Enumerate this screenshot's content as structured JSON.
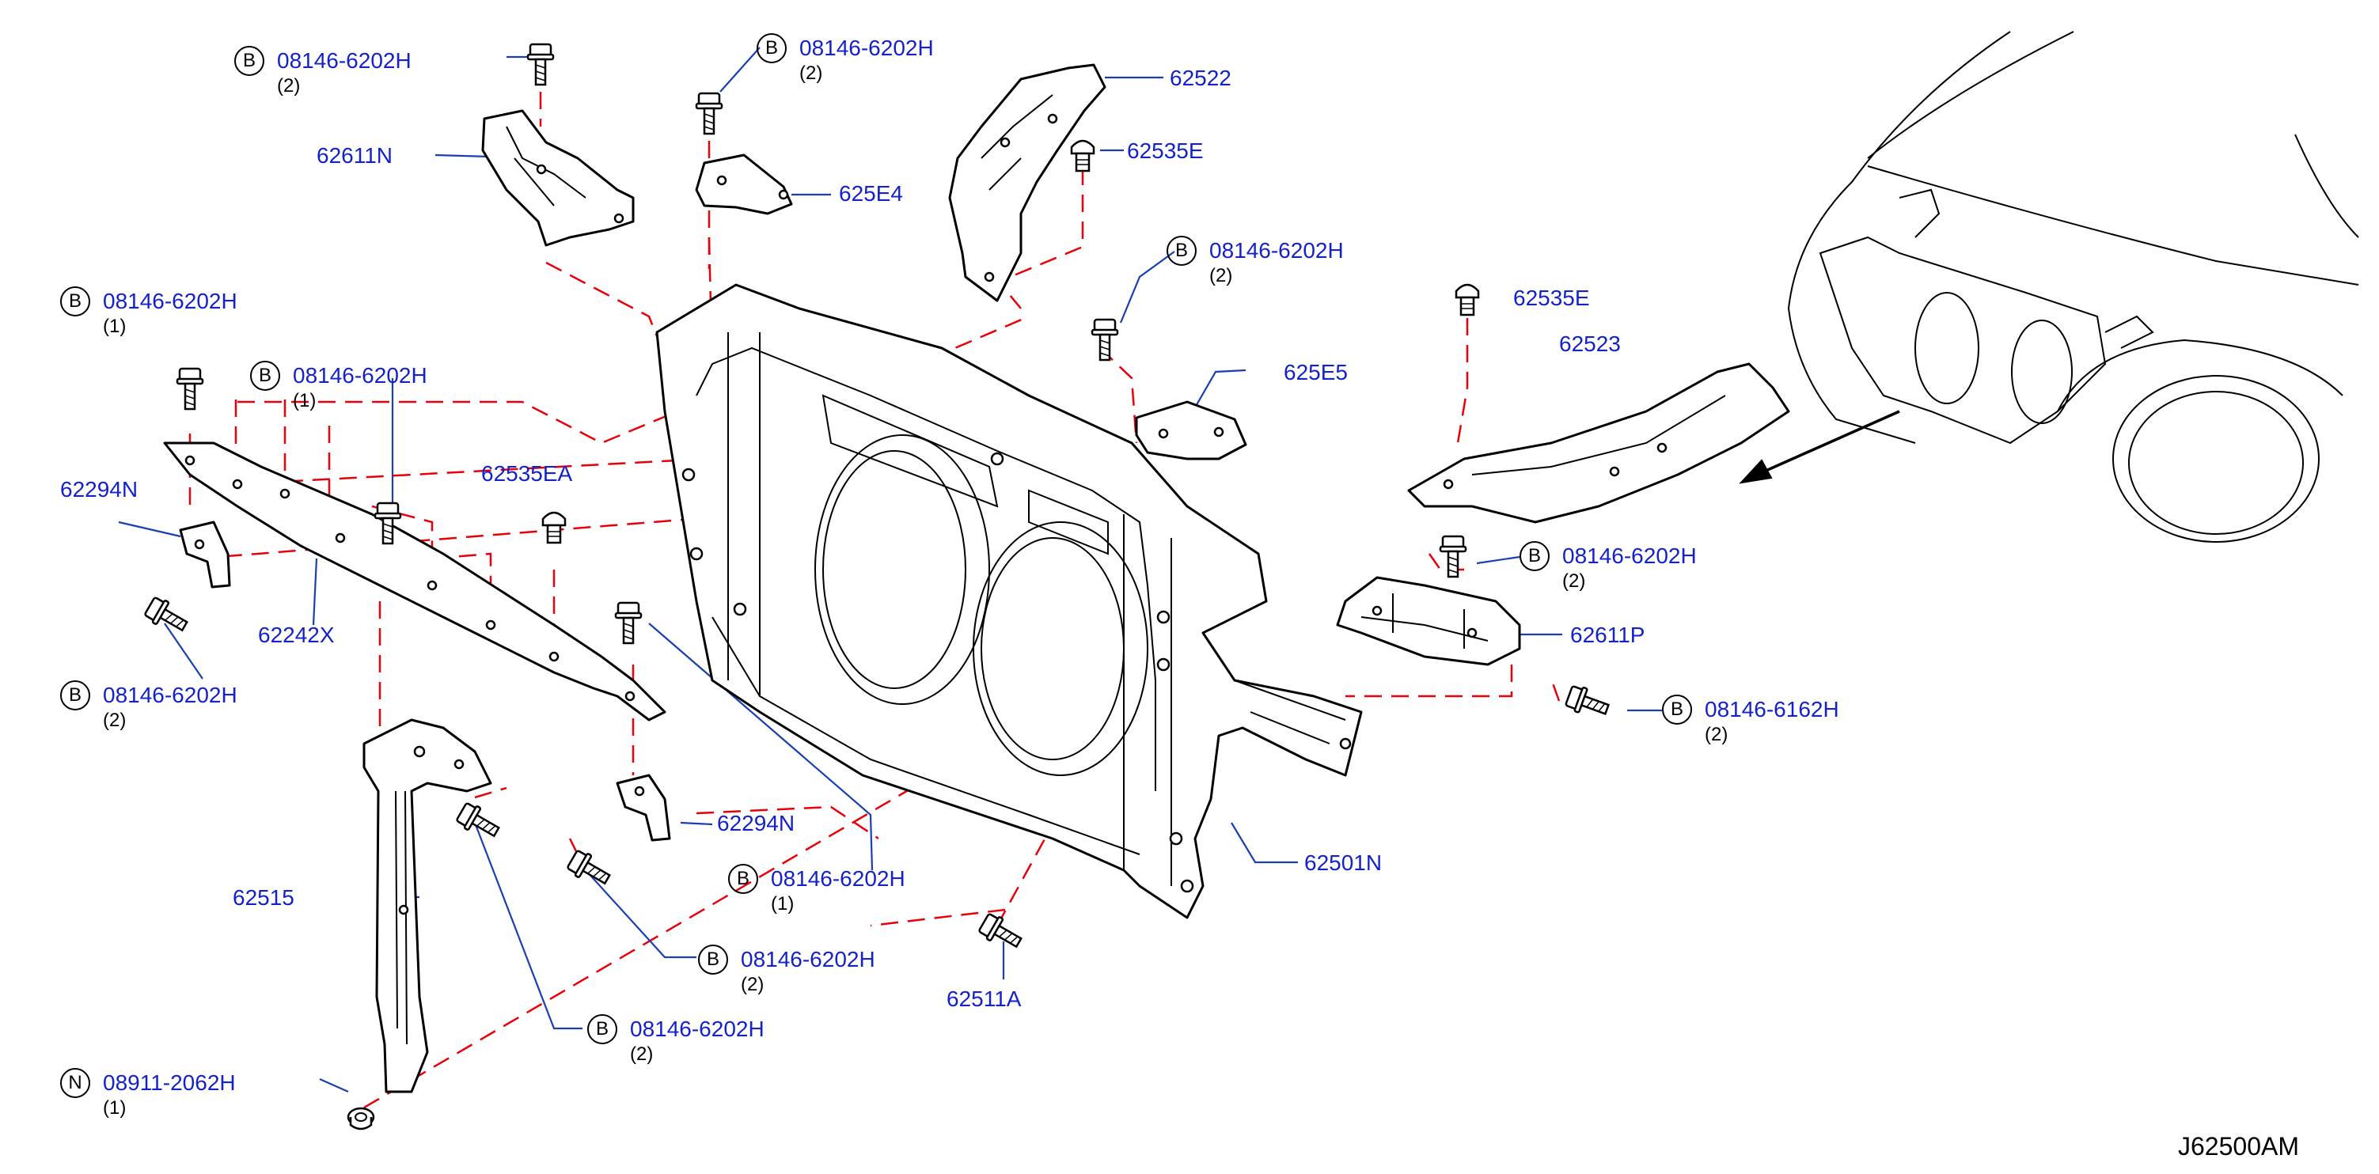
{
  "diagram": {
    "ref_code": "J62500AM",
    "labels": {
      "b_top_left": "08146-6202H",
      "b_top_left_qty": "(2)",
      "b_top_mid": "08146-6202H",
      "b_top_mid_qty": "(2)",
      "p62522": "62522",
      "p62535E_top": "62535E",
      "p62611N": "62611N",
      "p625E4": "625E4",
      "b_mid_right": "08146-6202H",
      "b_mid_right_qty": "(2)",
      "b_left": "08146-6202H",
      "b_left_qty": "(1)",
      "p62535E_right": "62535E",
      "b_left2": "08146-6202H",
      "b_left2_qty": "(1)",
      "p625E5": "625E5",
      "p62523": "62523",
      "p62294N_left": "62294N",
      "p62535EA": "62535EA",
      "b_right": "08146-6202H",
      "b_right_qty": "(2)",
      "p62611P": "62611P",
      "p62242X": "62242X",
      "b_left_low": "08146-6202H",
      "b_left_low_qty": "(2)",
      "b_right_low": "08146-6162H",
      "b_right_low_qty": "(2)",
      "p62294N_mid": "62294N",
      "p62501N": "62501N",
      "b_center": "08146-6202H",
      "b_center_qty": "(1)",
      "p62515": "62515",
      "b_bottom_mid": "08146-6202H",
      "b_bottom_mid_qty": "(2)",
      "p62511A": "62511A",
      "b_bottom_left": "08146-6202H",
      "b_bottom_left_qty": "(2)",
      "n_nut": "08911-2062H",
      "n_nut_qty": "(1)"
    },
    "symbols": {
      "bolt": "B",
      "nut": "N"
    },
    "icons": {
      "callout_symbol": "circled-letter-icon",
      "bolt": "flange-bolt-icon",
      "clip": "push-clip-icon",
      "nut": "flange-nut-icon",
      "locator_arrow": "arrow-icon"
    },
    "colors": {
      "label_text": "#1422c8",
      "leader_line": "#1a3fb0",
      "alignment_dash": "#e8000b",
      "part_outline": "#000000"
    }
  }
}
